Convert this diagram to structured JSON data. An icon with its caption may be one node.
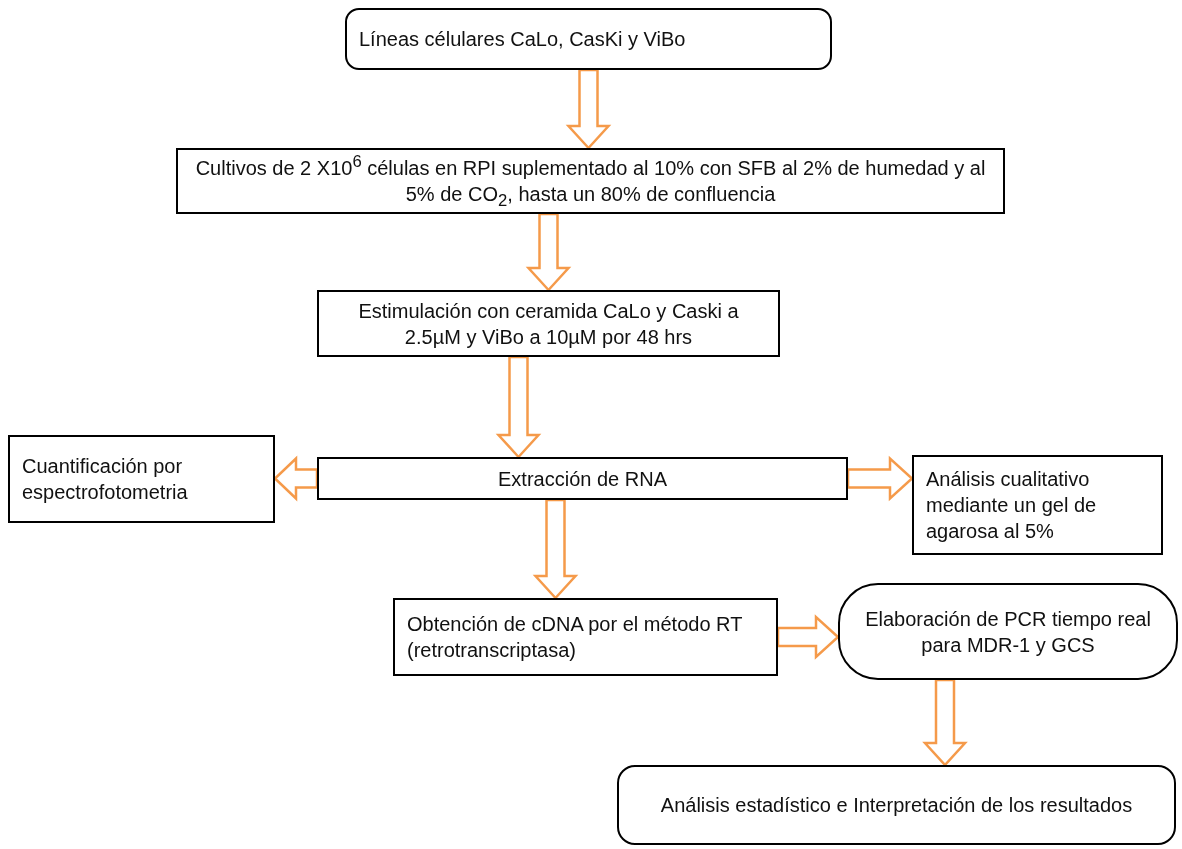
{
  "diagram": {
    "nodes": [
      {
        "text": [
          "Líneas célulares CaLo, CasKi y ViBo"
        ]
      },
      {
        "text": [
          "Cultivos de 2 X10$^{6}$ células en RPI suplementado al 10% con SFB al 2% de humedad y al 5% de CO$_{2}$, hasta un 80% de confluencia"
        ]
      },
      {
        "text": [
          "Estimulación con ceramida CaLo y Caski a 2.5µM y ViBo a 10µM por 48 hrs"
        ]
      },
      {
        "text": [
          "Extracción de RNA"
        ]
      },
      {
        "text": [
          "Cuantificación por espectrofotometria"
        ]
      },
      {
        "text": [
          "Análisis cualitativo mediante un gel de agarosa al 5%"
        ]
      },
      {
        "text": [
          "Obtención de cDNA por el método RT (retrotranscriptasa)"
        ]
      },
      {
        "text": [
          "Elaboración de PCR tiempo real para MDR-1 y GCS"
        ]
      },
      {
        "text": [
          "Análisis estadístico e Interpretación de los resultados"
        ]
      }
    ],
    "edges": [
      {
        "from": 0,
        "to": 1,
        "arrow": "to"
      },
      {
        "from": 1,
        "to": 2,
        "arrow": "to"
      },
      {
        "from": 2,
        "to": 3,
        "arrow": "to"
      },
      {
        "from": 3,
        "to": 4,
        "arrow": "to"
      },
      {
        "from": 3,
        "to": 5,
        "arrow": "to"
      },
      {
        "from": 3,
        "to": 6,
        "arrow": "to"
      },
      {
        "from": 6,
        "to": 7,
        "arrow": "to"
      },
      {
        "from": 7,
        "to": 8,
        "arrow": "to"
      }
    ]
  }
}
